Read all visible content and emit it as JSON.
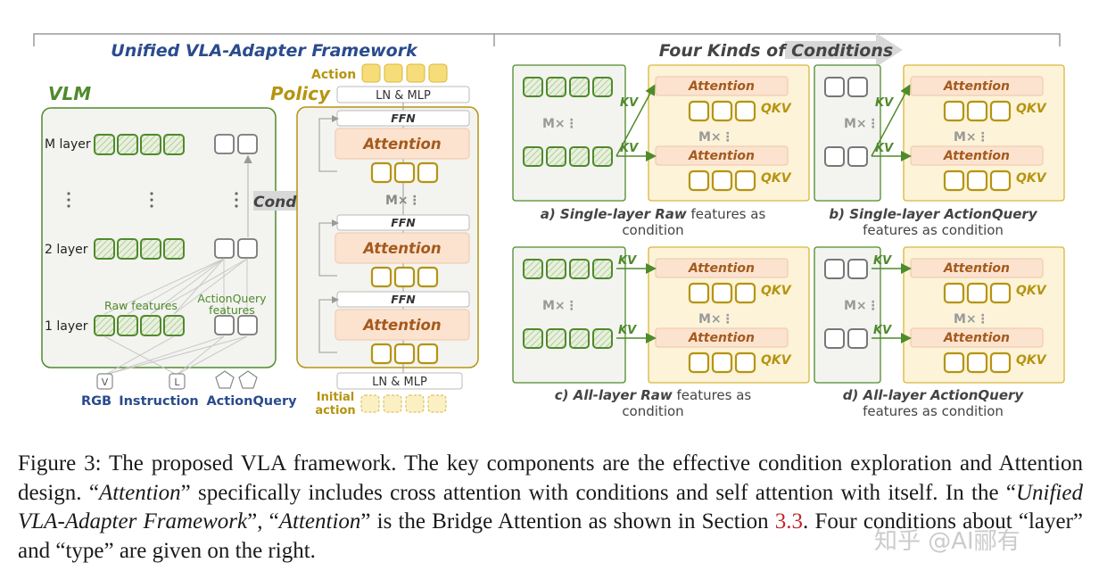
{
  "colors": {
    "vlm_green": "#4f8a2b",
    "policy_gold": "#b59410",
    "title_blue": "#2a4b8d",
    "attention_fill": "#fbe3d0",
    "attention_text": "#a55a1c",
    "panel_fill": "#f3f3f0",
    "gray": "#8c8c8c"
  },
  "left": {
    "title": "Unified VLA-Adapter Framework",
    "vlm_label": "VLM",
    "policy_label": "Policy",
    "action_label": "Action",
    "ln_mlp_top": "LN & MLP",
    "ln_mlp_bottom": "LN & MLP",
    "ffn": "FFN",
    "attention": "Attention",
    "mx": "M×⋮",
    "condition": "Condition",
    "layer_m": "M layer",
    "layer_2": "2 layer",
    "layer_1": "1 layer",
    "raw_features": "Raw features",
    "aq_features_1": "ActionQuery",
    "aq_features_2": "features",
    "v_glyph": "V",
    "l_glyph": "L",
    "rgb": "RGB",
    "instruction": "Instruction",
    "actionquery": "ActionQuery",
    "initial_1": "Initial",
    "initial_2": "action"
  },
  "right": {
    "title": "Four Kinds of Conditions",
    "kv": "KV",
    "qkv": "QKV",
    "attention": "Attention",
    "mx": "M×⋮",
    "cap_a1_i": "a) Single-layer Raw",
    "cap_a1_n": " features as",
    "cap_a2": "condition",
    "cap_b1": "b) Single-layer ActionQuery",
    "cap_b2": "features as condition",
    "cap_c1_i": "c) All-layer Raw",
    "cap_c1_n": " features as",
    "cap_c2": "condition",
    "cap_d1": "d) All-layer ActionQuery",
    "cap_d2": "features as condition"
  },
  "caption": {
    "p1": "Figure 3: The proposed VLA framework. The key components are the effective condition exploration and Attention design. “",
    "i1": "Attention",
    "p2": "” specifically includes cross attention with conditions and self attention with itself. In the “",
    "i2": "Unified VLA-Adapter Framework",
    "p3": "”, “",
    "i3": "Attention",
    "p4": "” is the Bridge Attention as shown in Section ",
    "ref": "3.3",
    "p5": ". Four conditions about “layer” and “type” are given on the right."
  },
  "watermark": "知乎 @AI郦有"
}
